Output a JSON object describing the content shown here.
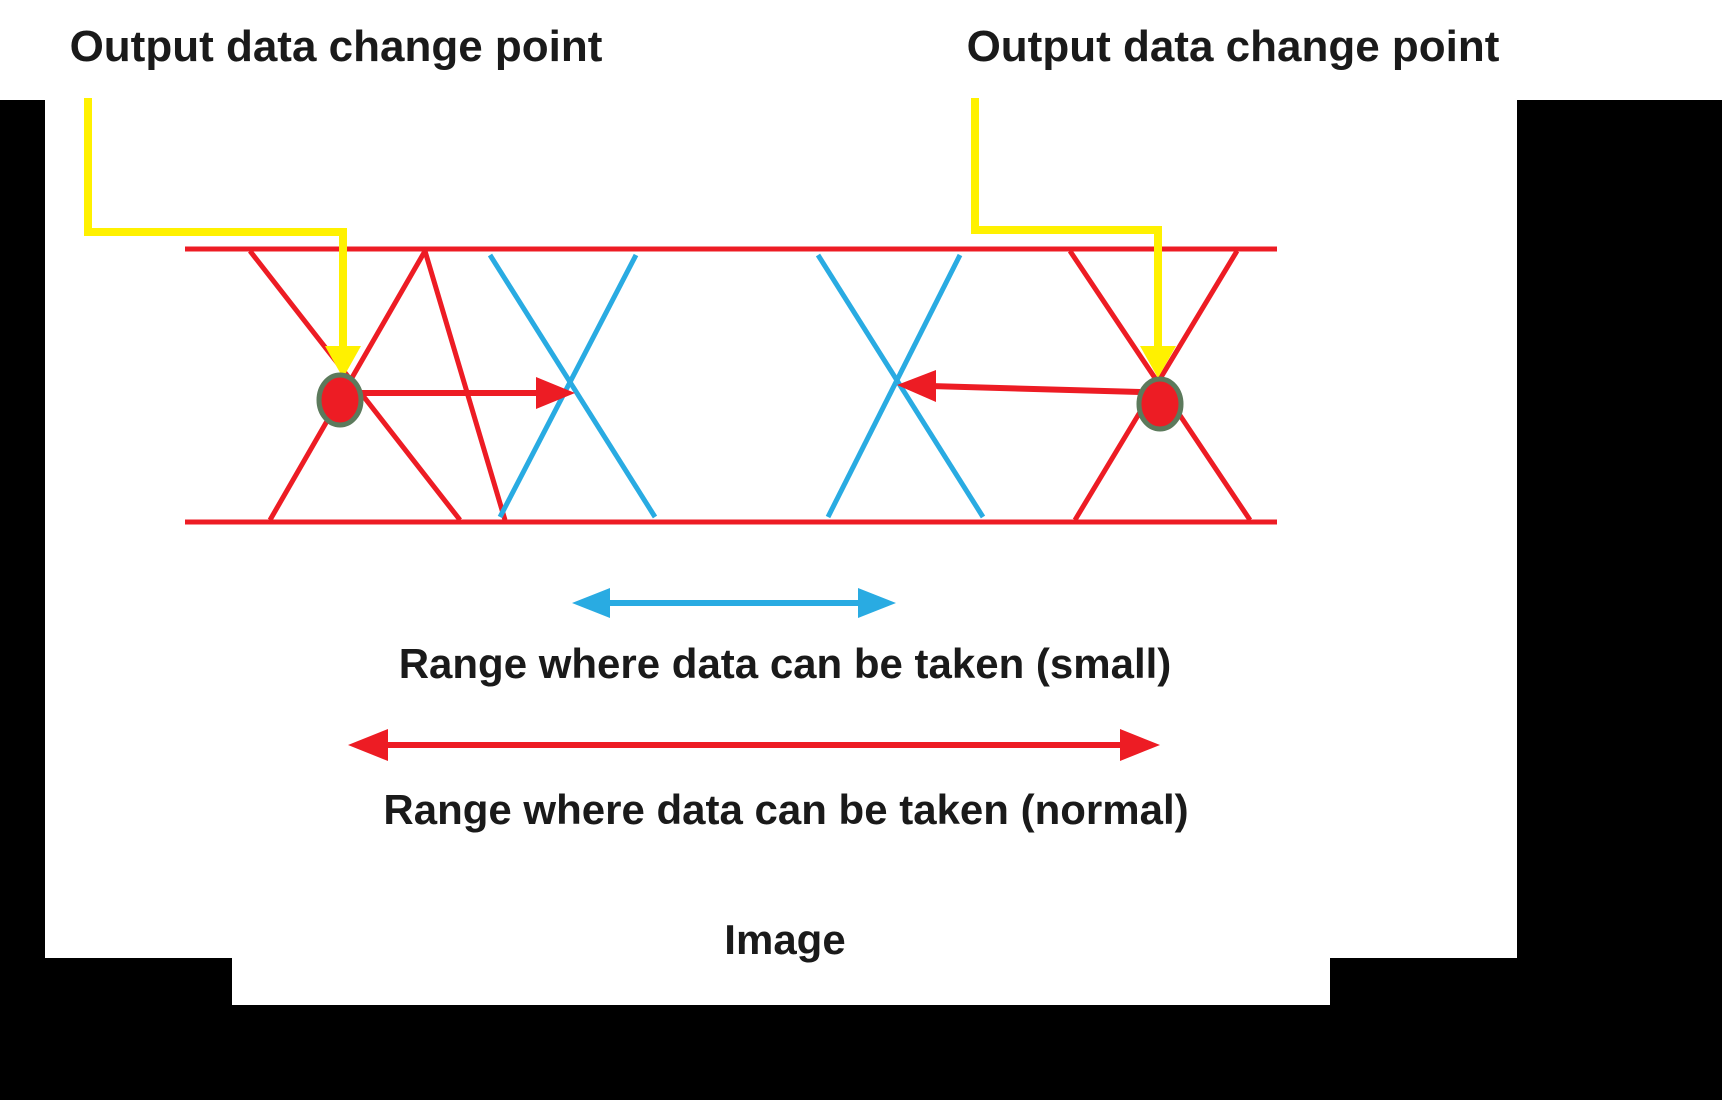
{
  "labels": {
    "output_change_left": "Output data change point",
    "output_change_right": "Output data change point",
    "range_small": "Range where data can be taken (small)",
    "range_normal": "Range where data can be taken (normal)",
    "caption": "Image"
  },
  "colors": {
    "signal_red": "#ed1c24",
    "signal_blue": "#29abe2",
    "callout_yellow": "#fff100",
    "dot_ring": "#5c7a5c",
    "frame_black": "#000000",
    "text_black": "#1a1a1a"
  },
  "diagram_semantics": {
    "type": "eye-diagram timing figure",
    "red_eye_crossings": "output data change points (left and right)",
    "blue_eye_crossings": "sampling window boundaries",
    "blue_double_arrow": "small data-valid range",
    "red_double_arrow": "normal data-valid range"
  }
}
